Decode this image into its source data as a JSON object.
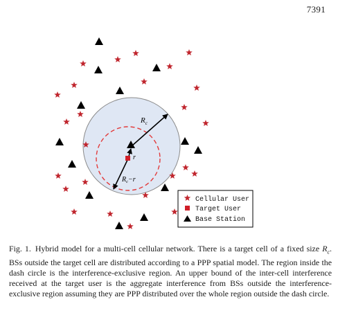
{
  "page": {
    "number": "7391"
  },
  "figure": {
    "label": "Fig. 1.",
    "legend": [
      {
        "label": "Cellular User",
        "marker": "star-icon",
        "color": "#c0262e"
      },
      {
        "label": "Target User",
        "marker": "square-icon",
        "color": "#d01e28"
      },
      {
        "label": "Base Station",
        "marker": "triangle-icon",
        "color": "#000000"
      }
    ],
    "annotations": {
      "cell_radius": "R",
      "cell_radius_sub": "c",
      "inner_radius": "r",
      "exclusion_radius_main": "R",
      "exclusion_radius_sub": "c",
      "exclusion_radius_rest": "−r"
    },
    "colors": {
      "cell_fill": "#dfe7f4",
      "cell_stroke": "#8a8a8a",
      "dash_circle": "#e23a3a",
      "star": "#c0262e",
      "target": "#d01e28"
    }
  },
  "caption": {
    "text_1": "Hybrid model for a multi-cell cellular network. There is a target cell of a fixed size ",
    "rc_main": "R",
    "rc_sub": "c",
    "text_2": ". BSs outside the target cell are distributed according to a PPP spatial model. The region inside the dash circle is the interference-exclusive region. An upper bound of the inter-cell interference received at the target user is the aggregate interference from BSs outside the interference-exclusive region assuming they are PPP distributed over the whole region outside the dash circle."
  }
}
